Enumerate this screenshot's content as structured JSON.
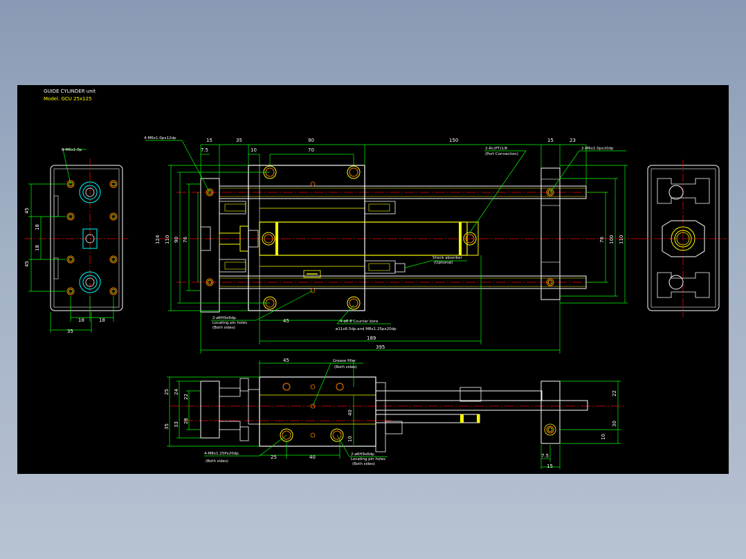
{
  "title_block": {
    "line1": "GUIDE CYLINDER unit",
    "line2": "Model. GCU 25x125"
  },
  "colors": {
    "background": "#000000",
    "outline": "#ffffff",
    "body": "#ffff00",
    "dimension": "#00ff00",
    "centerline": "#ff0000",
    "bore": "#00ffff",
    "hole": "#ff8000"
  },
  "notes": {
    "left_holes": "8-M6x1.0p",
    "front_tapped": "4-M6x1.0px12dp",
    "front_ports": "2-Rc(PT)1/8",
    "front_ports_sub": "(Port Connection)",
    "rear_tapped": "2-M6x1.0px10dp",
    "shock": "Shock absorber",
    "shock_sub": "(Optional)",
    "pin_holes": "2-ø6H9x6dp.",
    "pin_holes_sub1": "Locating pin holes",
    "pin_holes_sub2": "(Both sides)",
    "counter_bore": "4-ø6.8 Counter bore",
    "counter_bore_sub": "ø11x6.5dp.and M8x1.25px20dp",
    "grease": "Grease filler",
    "grease_sub": "(Both sides)",
    "bottom_tapped": "4-M8x1.25Px20dp.",
    "bottom_tapped_sub": "(Both sides)",
    "bottom_pins": "2-ø6H9x6dp.",
    "bottom_pins_sub1": "Locating pin holes",
    "bottom_pins_sub2": "(Both sides)"
  },
  "dims": {
    "left_45a": "45",
    "left_18a": "18",
    "left_18b": "18",
    "left_45b": "45",
    "left_w18a": "18",
    "left_w18b": "18",
    "left_w35": "35",
    "top_15": "15",
    "top_35": "35",
    "top_90": "90",
    "top_150": "150",
    "top_15b": "15",
    "top_23": "23",
    "top_75": "7.5",
    "top_10": "10",
    "top_70": "70",
    "v_124": "124",
    "v_110": "110",
    "v_90": "90",
    "v_76": "76",
    "r_76": "76",
    "r_100": "100",
    "r_110": "110",
    "b_45": "45",
    "b_189": "189",
    "b_395": "395",
    "s_45": "45",
    "s_25": "25",
    "s_24": "24",
    "s_22": "22",
    "s_35": "35",
    "s_33": "33",
    "s_28": "28",
    "s_40": "40",
    "s_10": "10",
    "s_25b": "25",
    "s_40b": "40",
    "s_r22": "22",
    "s_r30": "30",
    "s_r10": "10",
    "s_75": "7.5",
    "s_15": "15"
  }
}
